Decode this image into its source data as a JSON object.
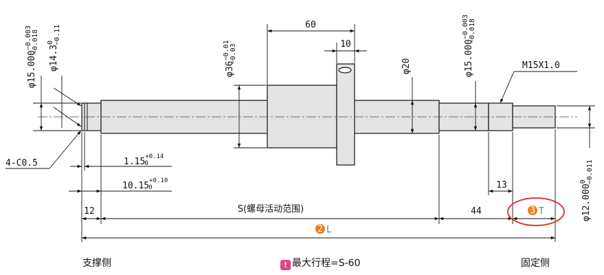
{
  "colors": {
    "line": "#111111",
    "part_fill": "#e4e4e4",
    "accent_orange": "#f07c1e",
    "accent_blue": "#2a8fc8",
    "highlight_red": "#dc3a3a",
    "badge_pink": "#e4418a"
  },
  "labels": {
    "d_left_shaft": "φ15.000",
    "d_left_shaft_tol_up": "−0.003",
    "d_left_shaft_tol_low": "−0.018",
    "d_left_groove": "φ14.3",
    "d_left_groove_tol_up": "0",
    "d_left_groove_tol_low": "−0.11",
    "d_nut_body": "φ36",
    "d_nut_tol_up": "−0.01",
    "d_nut_tol_low": "−0.03",
    "nut_flange_len": "60",
    "flange_width": "10",
    "d_screw": "φ20",
    "d_right_shaft": "φ15.000",
    "d_right_shaft_tol_up": "−0.003",
    "d_right_shaft_tol_low": "−0.018",
    "thread_spec": "M15X1.0",
    "chamfer": "4-C0.5",
    "groove_dist1": "1.15",
    "groove_dist1_tol_up": "+0.14",
    "groove_dist1_tol_low": "0",
    "groove_dist2": "10.15",
    "groove_dist2_tol_up": "+0.10",
    "groove_dist2_tol_low": "0",
    "thread_len": "13",
    "left_end_len": "12",
    "stroke_range": "S(螺母活动范围)",
    "right_end_len": "44",
    "param_T_num": "3",
    "param_T": "T",
    "param_L_num": "2",
    "param_L": "L",
    "d_thread_end": "φ12.000",
    "d_thread_end_tol_up": "0",
    "d_thread_end_tol_low": "−0.011"
  },
  "footer": {
    "left": "支撑侧",
    "center_badge": "!",
    "center": "最大行程=S-60",
    "right": "固定侧"
  }
}
